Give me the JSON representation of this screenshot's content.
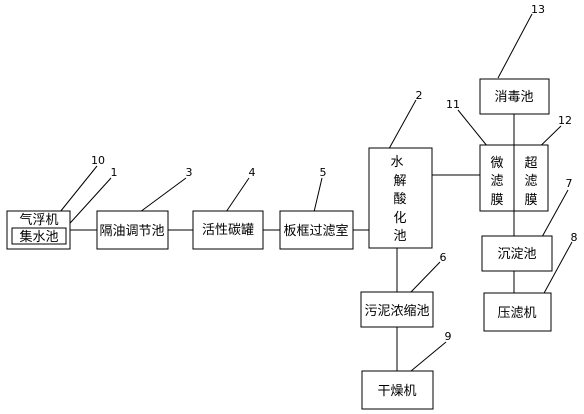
{
  "nodes": {
    "flotation": "气浮机",
    "collection": "集水池",
    "grease_trap": "隔油调节池",
    "carbon": "活性碳罐",
    "filter_press_room": "板框过滤室",
    "hydrolysis": [
      "水",
      "解",
      "酸",
      "化",
      "池"
    ],
    "sludge_thickener": "污泥浓缩池",
    "dryer": "干燥机",
    "microfilter": [
      "微",
      "滤",
      "膜"
    ],
    "ultrafilter": [
      "超",
      "滤",
      "膜"
    ],
    "disinfection": "消毒池",
    "sedimentation": "沉淀池",
    "press": "压滤机"
  },
  "labels": {
    "n1": "1",
    "n2": "2",
    "n3": "3",
    "n4": "4",
    "n5": "5",
    "n6": "6",
    "n7": "7",
    "n8": "8",
    "n9": "9",
    "n10": "10",
    "n11": "11",
    "n12": "12",
    "n13": "13"
  }
}
